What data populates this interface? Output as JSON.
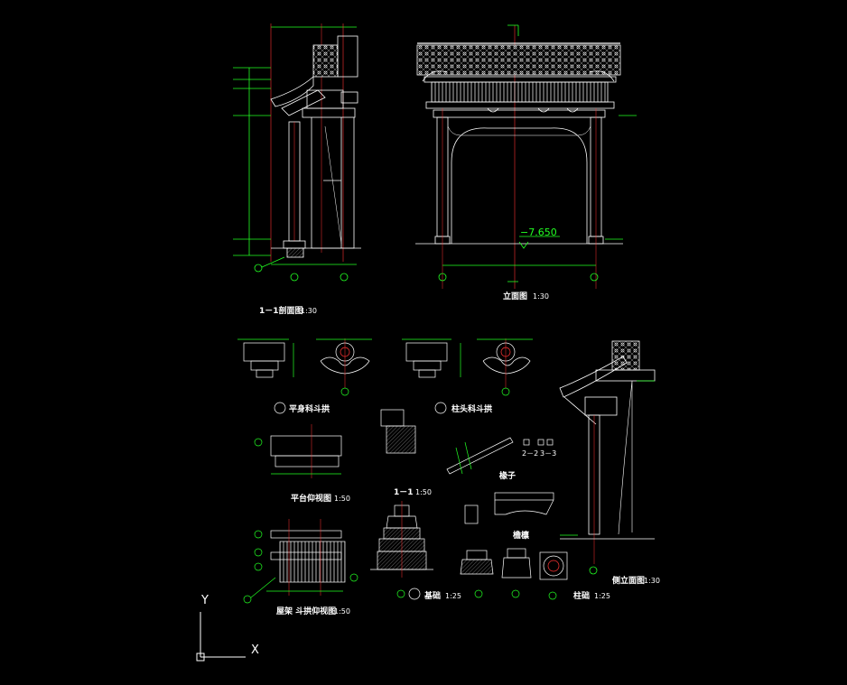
{
  "labels": {
    "section_1_1": "1－1剖面图",
    "section_1_1_scale": "1:30",
    "front_elevation": "立面图",
    "front_elevation_scale": "1:30",
    "flat_bracket": "平身科斗拱",
    "column_bracket": "柱头科斗拱",
    "rafter": "椽子",
    "section_2_2": "2－2",
    "section_3_3": "3－3",
    "platform_plan": "平台仰视图",
    "platform_plan_scale": "1:50",
    "roof_frame_plan": "屋架 斗拱仰视图",
    "roof_frame_plan_scale": "1:50",
    "detail_1_1": "1－1",
    "detail_1_1_scale": "1:50",
    "base": "基础",
    "base_scale": "1:25",
    "column_base": "柱础",
    "column_base_scale": "1:25",
    "eave_purlin": "檐檩",
    "side_elevation": "侧立面图",
    "side_elevation_scale": "1:30",
    "elevation_value": "−7.650",
    "axis_y": "Y",
    "axis_x": "X"
  },
  "colors": {
    "line": "#ffffff",
    "accent": "#22ff22",
    "axis_line": "#ff3333",
    "hatch": "#aaaaaa",
    "background": "#000000"
  }
}
